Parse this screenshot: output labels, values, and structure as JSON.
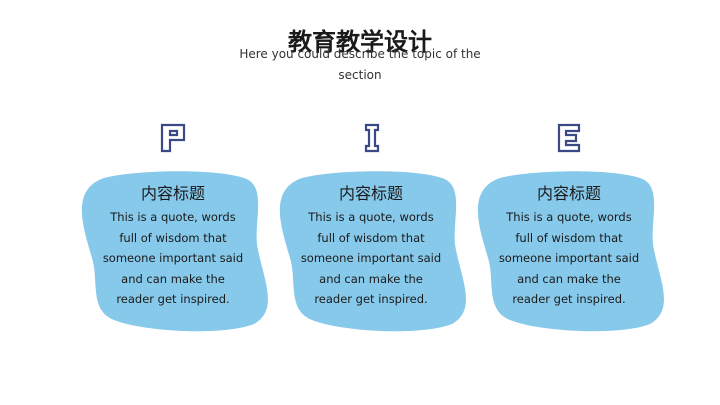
{
  "slide": {
    "title": "教育教学设计",
    "subtitle": "Here you could describe the topic of the section"
  },
  "colors": {
    "blob": "#87c9ea",
    "icon": "#3b4a87"
  },
  "cards": [
    {
      "icon": "letter-p-icon",
      "heading": "内容标题",
      "text": "This is a quote, words full of wisdom that someone important said and can make the reader get inspired."
    },
    {
      "icon": "letter-i-icon",
      "heading": "内容标题",
      "text": "This is a quote, words full of wisdom that someone important said and can make the reader get inspired."
    },
    {
      "icon": "letter-e-icon",
      "heading": "内容标题",
      "text": "This is a quote, words full of wisdom that someone important said and can make the reader get inspired."
    }
  ]
}
